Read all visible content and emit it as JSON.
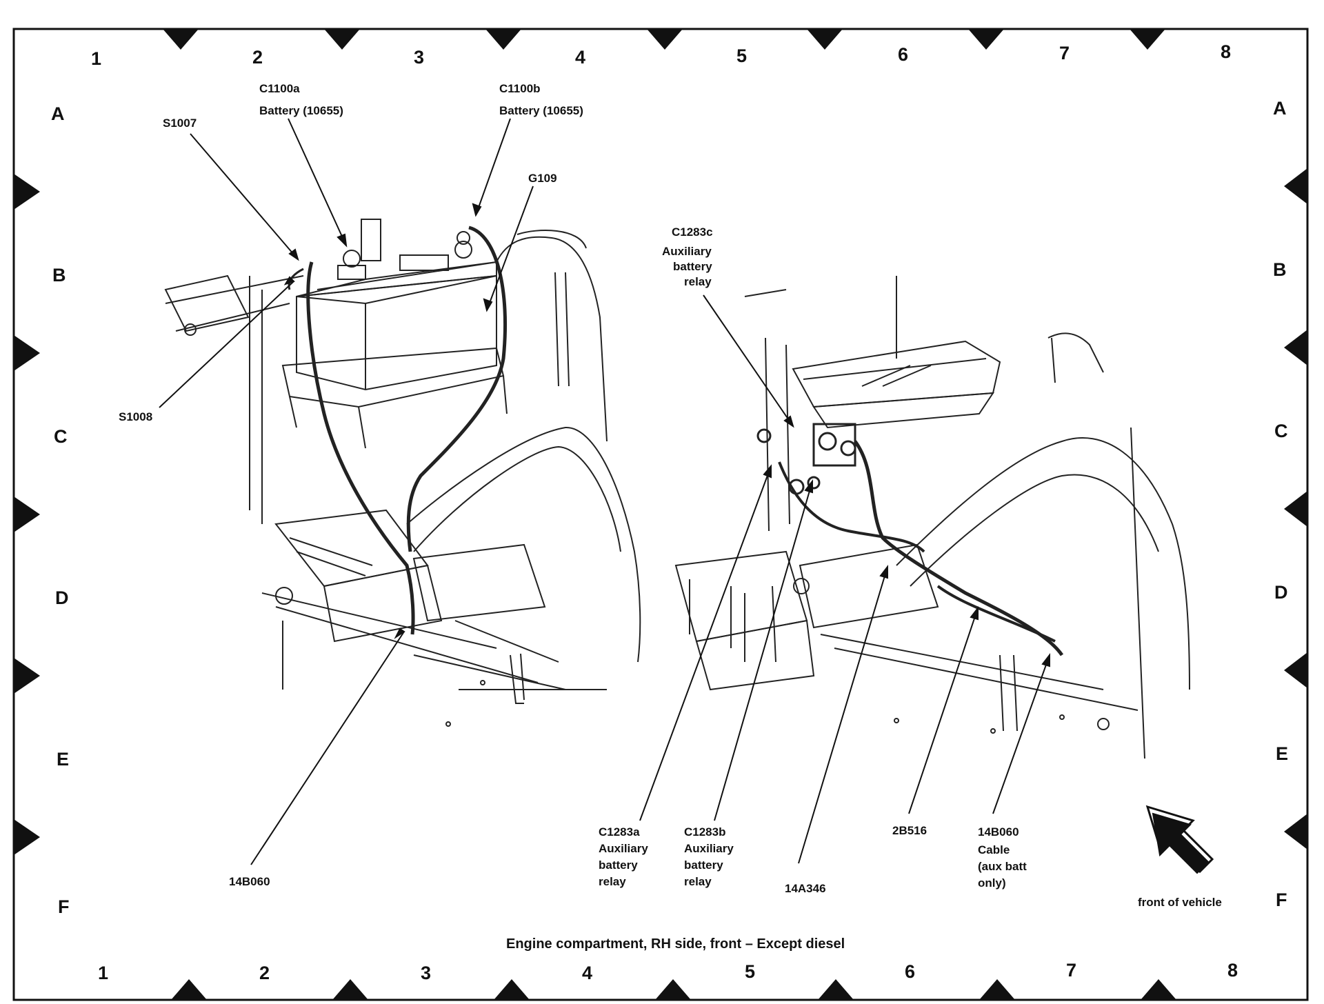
{
  "grid": {
    "columns": [
      "1",
      "2",
      "3",
      "4",
      "5",
      "6",
      "7",
      "8"
    ],
    "rows": [
      "A",
      "B",
      "C",
      "D",
      "E",
      "F"
    ]
  },
  "caption": "Engine compartment, RH side, front – Except diesel",
  "callouts": {
    "s1007": "S1007",
    "c1100a_id": "C1100a",
    "c1100a_desc": "Battery (10655)",
    "c1100b_id": "C1100b",
    "c1100b_desc": "Battery (10655)",
    "g109": "G109",
    "s1008": "S1008",
    "c1283c_id": "C1283c",
    "c1283c_desc": [
      "Auxiliary",
      "battery",
      "relay"
    ],
    "c1283a_id": "C1283a",
    "c1283a_desc": [
      "Auxiliary",
      "battery",
      "relay"
    ],
    "c1283b_id": "C1283b",
    "c1283b_desc": [
      "Auxiliary",
      "battery",
      "relay"
    ],
    "p14b060_left": "14B060",
    "p14a346": "14A346",
    "p2b516": "2B516",
    "p14b060_right_id": "14B060",
    "p14b060_right_desc": [
      "Cable",
      "(aux batt",
      "only)"
    ]
  },
  "orientation": {
    "label": "front of vehicle",
    "icon": "arrow-up-left-icon"
  }
}
